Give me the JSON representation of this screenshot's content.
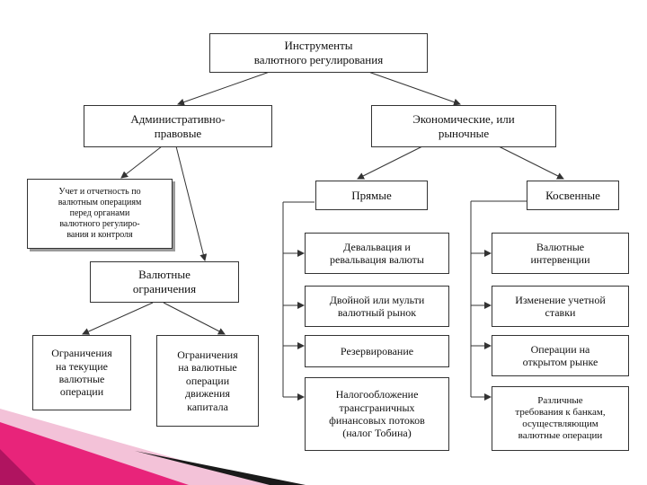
{
  "nodes": {
    "root": "Инструменты\nвалютного регулирования",
    "admin": "Административно-\nправовые",
    "econ": "Экономические, или\nрыночные",
    "accounting": "Учет и отчетность по\nвалютным операциям\nперед органами\nвалютного регулиро-\nвания и контроля",
    "restrictions": "Валютные\nограничения",
    "current_ops": "Ограничения\nна текущие\nвалютные\nоперации",
    "capital_ops": "Ограничения\nна валютные\nоперации\nдвижения\nкапитала",
    "direct": "Прямые",
    "indirect": "Косвенные",
    "devaluation": "Девальвация и\nревальвация валюты",
    "dual_market": "Двойной или мульти\nвалютный рынок",
    "reserving": "Резервирование",
    "tobin_tax": "Налогообложение\nтрансграничных\nфинансовых потоков\n(налог Тобина)",
    "interventions": "Валютные\nинтервенции",
    "rate_change": "Изменение учетной\nставки",
    "open_market": "Операции на\nоткрытом рынке",
    "bank_requirements": "Различные\nтребования к банкам,\nосуществляющим\nвалютные операции"
  },
  "colors": {
    "line": "#333333",
    "border": "#333333",
    "shadow": "#9a9a9a",
    "accent_pink": "#e8247a",
    "accent_dark": "#1a1a1a"
  }
}
